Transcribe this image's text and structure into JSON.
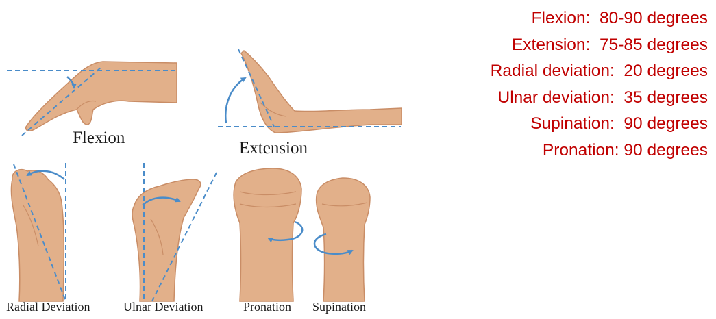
{
  "colors": {
    "range_text": "#c00000",
    "guide_line": "#4a8cc9",
    "skin": "#e2b08a",
    "skin_shadow": "#c98d66",
    "caption": "#1a1a1a"
  },
  "figure": {
    "panels": [
      {
        "id": "flexion",
        "caption": "Flexion"
      },
      {
        "id": "extension",
        "caption": "Extension"
      },
      {
        "id": "radial",
        "caption": "Radial Deviation"
      },
      {
        "id": "ulnar",
        "caption": "Ulnar Deviation"
      },
      {
        "id": "pronation",
        "caption": "Pronation"
      },
      {
        "id": "supination",
        "caption": "Supination"
      }
    ]
  },
  "ranges": [
    "Flexion:  80-90 degrees",
    "Extension:  75-85 degrees",
    "Radial deviation:  20 degrees",
    "Ulnar deviation:  35 degrees",
    "Supination:  90 degrees",
    "Pronation: 90 degrees"
  ]
}
